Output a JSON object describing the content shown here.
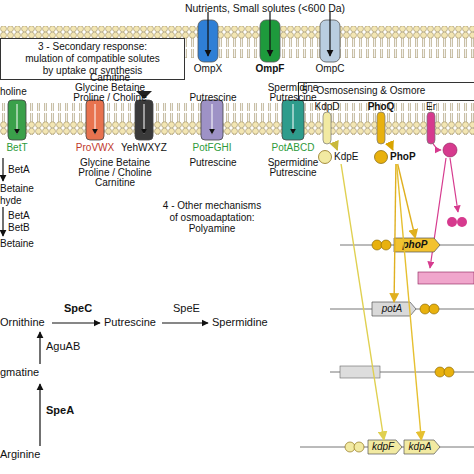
{
  "diagram": {
    "nodes": [
      {
        "text": [
          "3 - Secondary response:",
          "mulation of compatible solutes by uptake or synthesis"
        ]
      },
      {
        "text": [
          "OmpX"
        ]
      },
      {
        "text": [
          "OmpF"
        ]
      },
      {
        "text": [
          "OmpC"
        ]
      },
      {
        "text": [
          "BetT"
        ]
      },
      {
        "text": [
          "ProVWX"
        ]
      },
      {
        "text": [
          "YehWXYZ"
        ]
      },
      {
        "text": [
          "PotFGHI"
        ]
      },
      {
        "text": [
          "PotABCD"
        ]
      },
      {
        "text": [
          "5 - Osmosensing & Osmore"
        ]
      },
      {
        "text": [
          "KdpD"
        ]
      },
      {
        "text": [
          "PhoQ"
        ]
      },
      {
        "text": [
          "Er"
        ]
      },
      {
        "text": [
          "KdpE"
        ]
      },
      {
        "text": [
          "PhoP"
        ]
      },
      {
        "text": [
          "phoP"
        ]
      },
      {
        "text": [
          "potA"
        ]
      },
      {
        "text": [
          "kdpF"
        ]
      },
      {
        "text": [
          "kdpA"
        ]
      }
    ],
    "edges": [
      {
        "from": 10,
        "to": 13,
        "arrow": "to"
      },
      {
        "from": 11,
        "to": 14,
        "arrow": "to"
      },
      {
        "from": 14,
        "to": 15,
        "arrow": "to"
      },
      {
        "from": 14,
        "to": 16,
        "arrow": "to"
      },
      {
        "from": 13,
        "to": 17,
        "arrow": "to"
      },
      {
        "from": 14,
        "to": 18,
        "arrow": "to"
      }
    ],
    "labels": [
      "Nutrients, Small solutes (<600 Da)",
      "holine",
      "Carnitine",
      "Glycine Betaine",
      "Proline / Choline",
      "Putrescine",
      "Spermidine",
      "Putrescine",
      "Glycine Betaine",
      "Proline / Choline",
      "Carnitine",
      "Putrescine",
      "Spermidine",
      "Putrescine",
      "BetA",
      "Betaine",
      "hyde",
      "BetA",
      "BetB",
      "Betaine",
      "4 - Other mechanisms of osmoadaptation: Polyamine",
      "Ornithine",
      "SpeC",
      "Putrescine",
      "SpeE",
      "Spermidine",
      "AguAB",
      "gmatine",
      "SpeA",
      "Arginine"
    ]
  }
}
